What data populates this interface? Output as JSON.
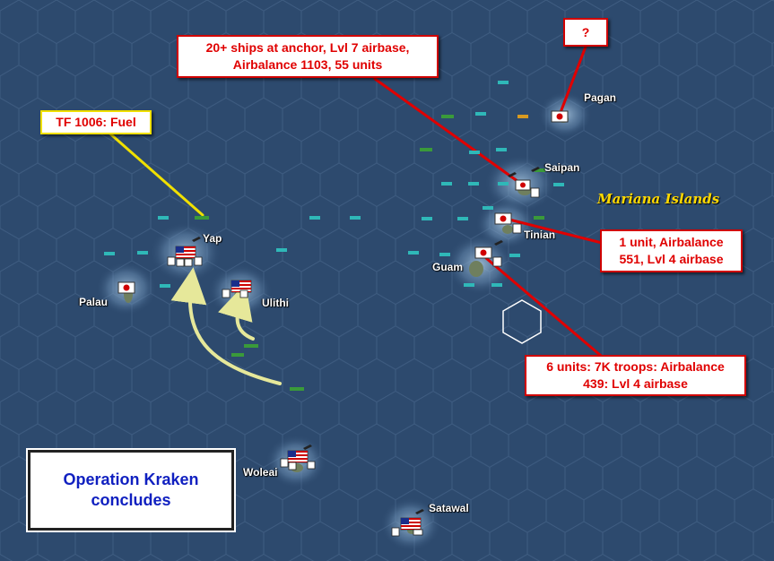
{
  "map_region_label": "Mariana Islands",
  "places": {
    "pagan": "Pagan",
    "saipan": "Saipan",
    "tinian": "Tinian",
    "guam": "Guam",
    "yap": "Yap",
    "palau": "Palau",
    "ulithi": "Ulithi",
    "woleai": "Woleai",
    "satawal": "Satawal"
  },
  "callouts": {
    "pagan_query": "?",
    "saipan": "20+ ships at anchor, Lvl 7 airbase,\nAirbalance 1103, 55 units",
    "tf1006": "TF 1006: Fuel",
    "tinian": "1 unit, Airbalance\n551, Lvl 4 airbase",
    "guam": "6 units: 7K troops: Airbalance\n439: Lvl 4 airbase"
  },
  "title_box": "Operation Kraken\nconcludes",
  "colors": {
    "ocean": "#2d4a6e",
    "hex_line": "#3f5d82",
    "callout_border": "#d00000",
    "callout_text": "#e00000",
    "tf_callout_border": "#f0e000",
    "title_text": "#1020c0",
    "movement_arrow": "#e6e89a",
    "region_label": "#ffd800"
  },
  "flags": {
    "japan": [
      "pagan",
      "saipan",
      "tinian",
      "guam",
      "palau"
    ],
    "usa": [
      "yap",
      "ulithi",
      "woleai",
      "satawal"
    ]
  }
}
